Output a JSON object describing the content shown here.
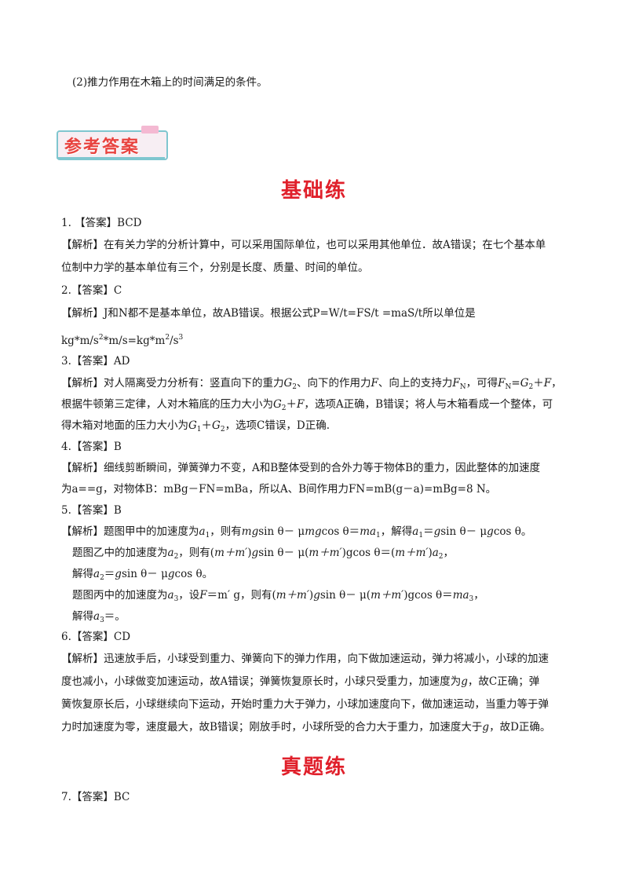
{
  "top_line": "(2)推力作用在木箱上的时间满足的条件。",
  "banner": {
    "text": "参考答案"
  },
  "sections": {
    "basic": "基础练",
    "real": "真题练"
  },
  "q1": {
    "answer": "1. 【答案】BCD",
    "exp_1": "【解析】在有关力学的分析计算中，可以采用国际单位，也可以采用其他单位．故A错误；在七个基本单",
    "exp_2": "位制中力学的基本单位有三个，分别是长度、质量、时间的单位。"
  },
  "q2": {
    "answer": "2.【答案】C",
    "exp_1": "【解析】J和N都不是基本单位，故AB错误。根据公式P=W/t=FS/t =maS/t所以单位是",
    "exp_2a": "kg*m/s",
    "exp_2_sup1": "2",
    "exp_2b": "*m/s=kg*m",
    "exp_2_sup2": "2",
    "exp_2c": "/s",
    "exp_2_sup3": "3"
  },
  "q3": {
    "answer": "3.【答案】AD",
    "exp_1a": "【解析】对人隔离受力分析有：竖直向下的重力",
    "G2": "G",
    "sub2": "2",
    "exp_1b": "、向下的作用力",
    "F": "F",
    "exp_1c": "、向上的支持力",
    "FN": "F",
    "subN": "N",
    "exp_1d": "，可得",
    "eq": "=",
    "plus": "＋",
    "exp_1e": "，",
    "exp_2a": "根据牛顿第三定律，人对木箱底的压力大小为",
    "exp_2b": "，选项A正确，B错误；将人与木箱看成一个整体，可",
    "exp_3a": "得木箱对地面的压力大小为",
    "sub1": "1",
    "exp_3b": "，选项C错误，D正确."
  },
  "q4": {
    "answer": "4.【答案】B",
    "exp_1": "【解析】细线剪断瞬间，弹簧弹力不变，A和B整体受到的合外力等于物体B的重力，因此整体的加速度",
    "exp_2": "为a==g，对物体B：mBg－FN=mBa，所以A、B间作用力FN=mB(g－a)=mBg=8 N。"
  },
  "q5": {
    "answer": "5.【答案】B",
    "exp_1a": "【解析】题图甲中的加速度为",
    "a": "a",
    "s1": "1",
    "s2": "2",
    "s3": "3",
    "exp_1b": "，则有",
    "exp_1c": "mg",
    "exp_1d": "sin θ－ μ",
    "exp_1e": "mg",
    "exp_1f": "cos θ＝",
    "exp_1g": "ma",
    "exp_1h": "，解得",
    "exp_1i": "＝",
    "exp_1j": "g",
    "exp_1k": "sin θ－ μ",
    "exp_1l": "g",
    "exp_1m": "cos θ。",
    "exp_2a": "题图乙中的加速度为",
    "exp_2b": "，则有(",
    "mm": "m＋m′",
    "exp_2c": ")",
    "exp_2d": "sin θ－ μ(",
    "exp_2e": ")gcos θ＝(",
    "exp_2f": ")",
    "exp_2g": "，",
    "exp_3a": "解得",
    "exp_3b": "＝",
    "exp_3c": "sin θ－ μ",
    "exp_3d": "cos θ。",
    "exp_4a": "题图丙中的加速度为",
    "exp_4b": "，设",
    "exp_4c": "F",
    "exp_4d": "＝m′ g，则有(",
    "exp_4e": "sin  θ－ μ(",
    "exp_4f": ")gcos  θ＝",
    "exp_4g": "，",
    "exp_5a": "解得",
    "exp_5b": "＝。"
  },
  "q6": {
    "answer": "6.【答案】CD",
    "exp_1": "【解析】迅速放手后，小球受到重力、弹簧向下的弹力作用，向下做加速运动，弹力将减小，小球的加速",
    "exp_2a": "度也减小，小球做变加速运动，故A错误；弹簧恢复原长时，小球只受重力，加速度为",
    "g": "g",
    "exp_2b": "，故C正确；弹",
    "exp_3": "簧恢复原长后，小球继续向下运动，开始时重力大于弹力，小球加速度向下，做加速运动，当重力等于弹",
    "exp_4a": "力时加速度为零，速度最大，故B错误；刚放手时，小球所受的合力大于重力，加速度大于",
    "exp_4b": "，故D正确。"
  },
  "q7": {
    "answer": "7.【答案】BC"
  }
}
